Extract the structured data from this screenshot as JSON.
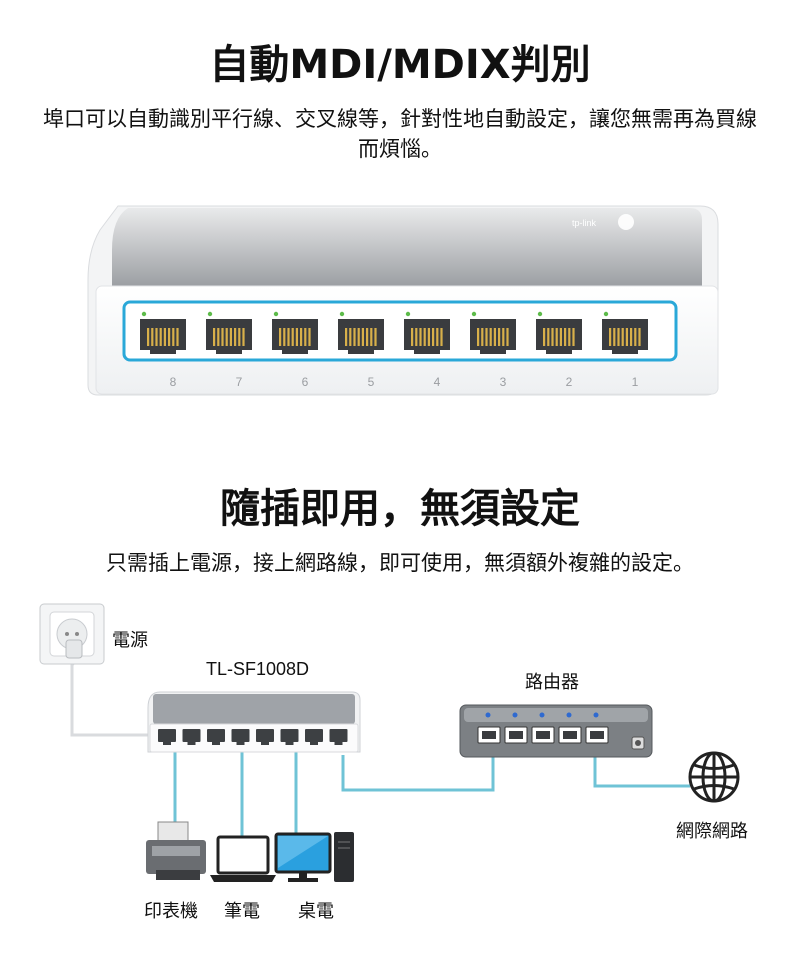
{
  "section1": {
    "title": "自動MDI/MDIX判別",
    "description": "埠口可以自動識別平行線、交叉線等，針對性地自動設定，讓您無需再為買線而煩惱。",
    "port_numbers": [
      "8",
      "7",
      "6",
      "5",
      "4",
      "3",
      "2",
      "1"
    ],
    "brand_logo": "tp-link"
  },
  "section2": {
    "title": "隨插即用，無須設定",
    "description": "只需插上電源，接上網路線，即可使用，無須額外複雜的設定。"
  },
  "diagram": {
    "power_label": "電源",
    "switch_label": "TL-SF1008D",
    "router_label": "路由器",
    "internet_label": "網際網路",
    "printer_label": "印表機",
    "laptop_label": "筆電",
    "desktop_label": "桌電",
    "icons": [
      "power-outlet-icon",
      "switch-icon",
      "router-icon",
      "globe-icon",
      "printer-icon",
      "laptop-icon",
      "desktop-icon"
    ],
    "cable_color": "#6fc3d6"
  }
}
